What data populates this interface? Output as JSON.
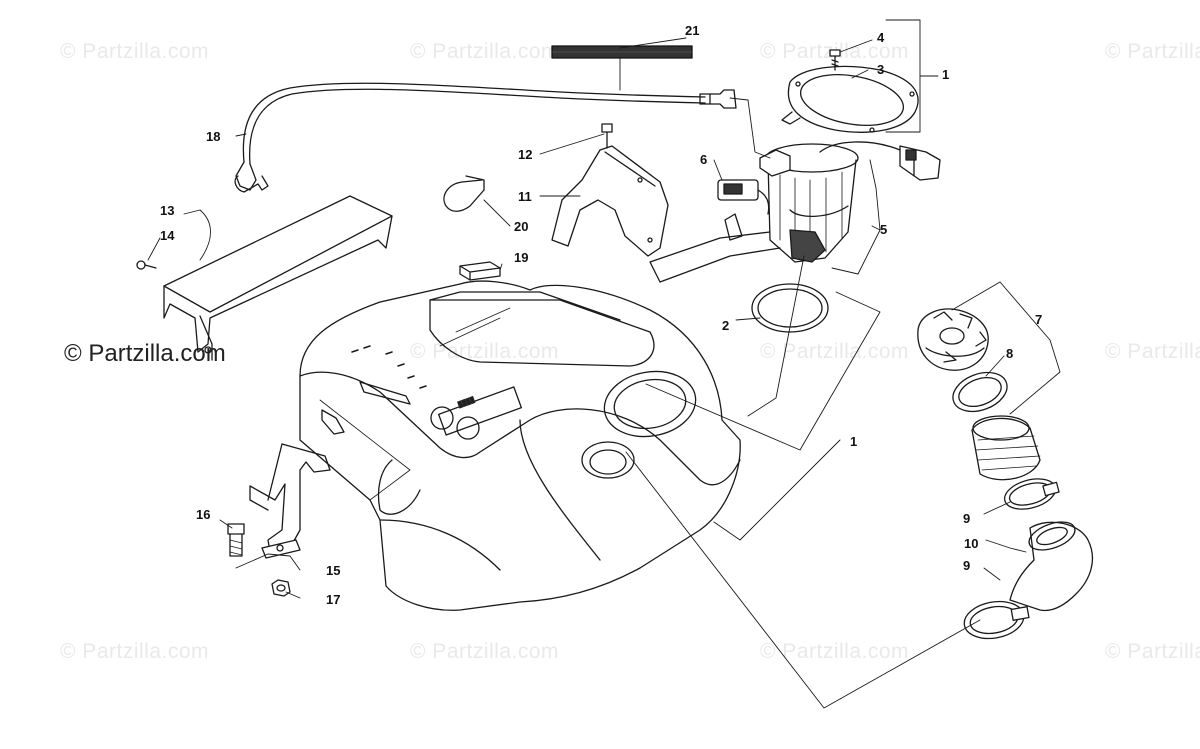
{
  "watermark": "© Partzilla.com",
  "brand_label": "© Partzilla.com",
  "callouts": {
    "c1a": "1",
    "c1b": "1",
    "c2": "2",
    "c3": "3",
    "c4": "4",
    "c5": "5",
    "c6": "6",
    "c7": "7",
    "c8": "8",
    "c9a": "9",
    "c9b": "9",
    "c10": "10",
    "c11": "11",
    "c12": "12",
    "c13": "13",
    "c14": "14",
    "c15": "15",
    "c16": "16",
    "c17": "17",
    "c18": "18",
    "c19": "19",
    "c20": "20",
    "c21": "21"
  },
  "colors": {
    "line": "#1a1a1a",
    "watermark": "#e9e9e9"
  }
}
